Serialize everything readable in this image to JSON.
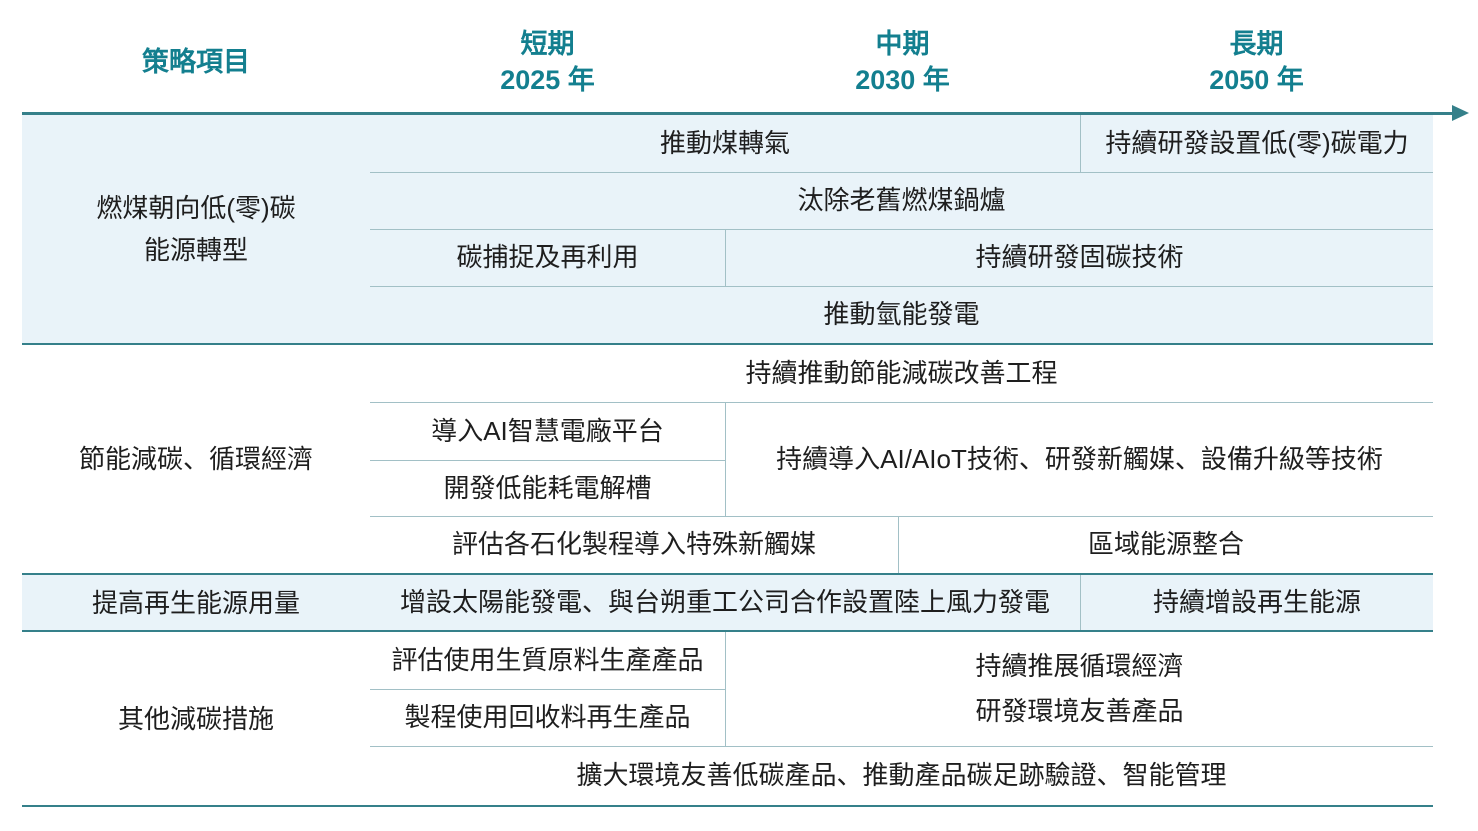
{
  "title_row": {
    "strategy": "策略項目",
    "periods": [
      {
        "term": "短期",
        "year": "2025 年"
      },
      {
        "term": "中期",
        "year": "2030 年"
      },
      {
        "term": "長期",
        "year": "2050 年"
      }
    ]
  },
  "colors": {
    "header_teal": "#137F8F",
    "group_separator": "#35808A",
    "inner_line": "#A2C0C6",
    "band_background": "#E9F3F9",
    "body_text": "#1E1E1E"
  },
  "groups": [
    {
      "label_lines": [
        "燃煤朝向低(零)碳",
        "能源轉型"
      ],
      "rows": [
        [
          "推動煤轉氣",
          "持續研發設置低(零)碳電力"
        ],
        [
          "汰除老舊燃煤鍋爐"
        ],
        [
          "碳捕捉及再利用",
          "持續研發固碳技術"
        ],
        [
          "推動氫能發電"
        ]
      ]
    },
    {
      "label_lines": [
        "節能減碳、循環經濟"
      ],
      "rows": [
        [
          "持續推動節能減碳改善工程"
        ],
        [
          "導入AI智慧電廠平台",
          "持續導入AI/AIoT技術、研發新觸媒、設備升級等技術"
        ],
        [
          "開發低能耗電解槽"
        ],
        [
          "評估各石化製程導入特殊新觸媒",
          "區域能源整合"
        ]
      ]
    },
    {
      "label_lines": [
        "提高再生能源用量"
      ],
      "rows": [
        [
          "增設太陽能發電、與台朔重工公司合作設置陸上風力發電",
          "持續增設再生能源"
        ]
      ]
    },
    {
      "label_lines": [
        "其他減碳措施"
      ],
      "rows": [
        [
          "評估使用生質原料生產產品"
        ],
        [
          "製程使用回收料再生產品"
        ],
        [
          "持續推展循環經濟",
          "研發環境友善產品"
        ],
        [
          "擴大環境友善低碳產品、推動產品碳足跡驗證、智能管理"
        ]
      ]
    }
  ]
}
